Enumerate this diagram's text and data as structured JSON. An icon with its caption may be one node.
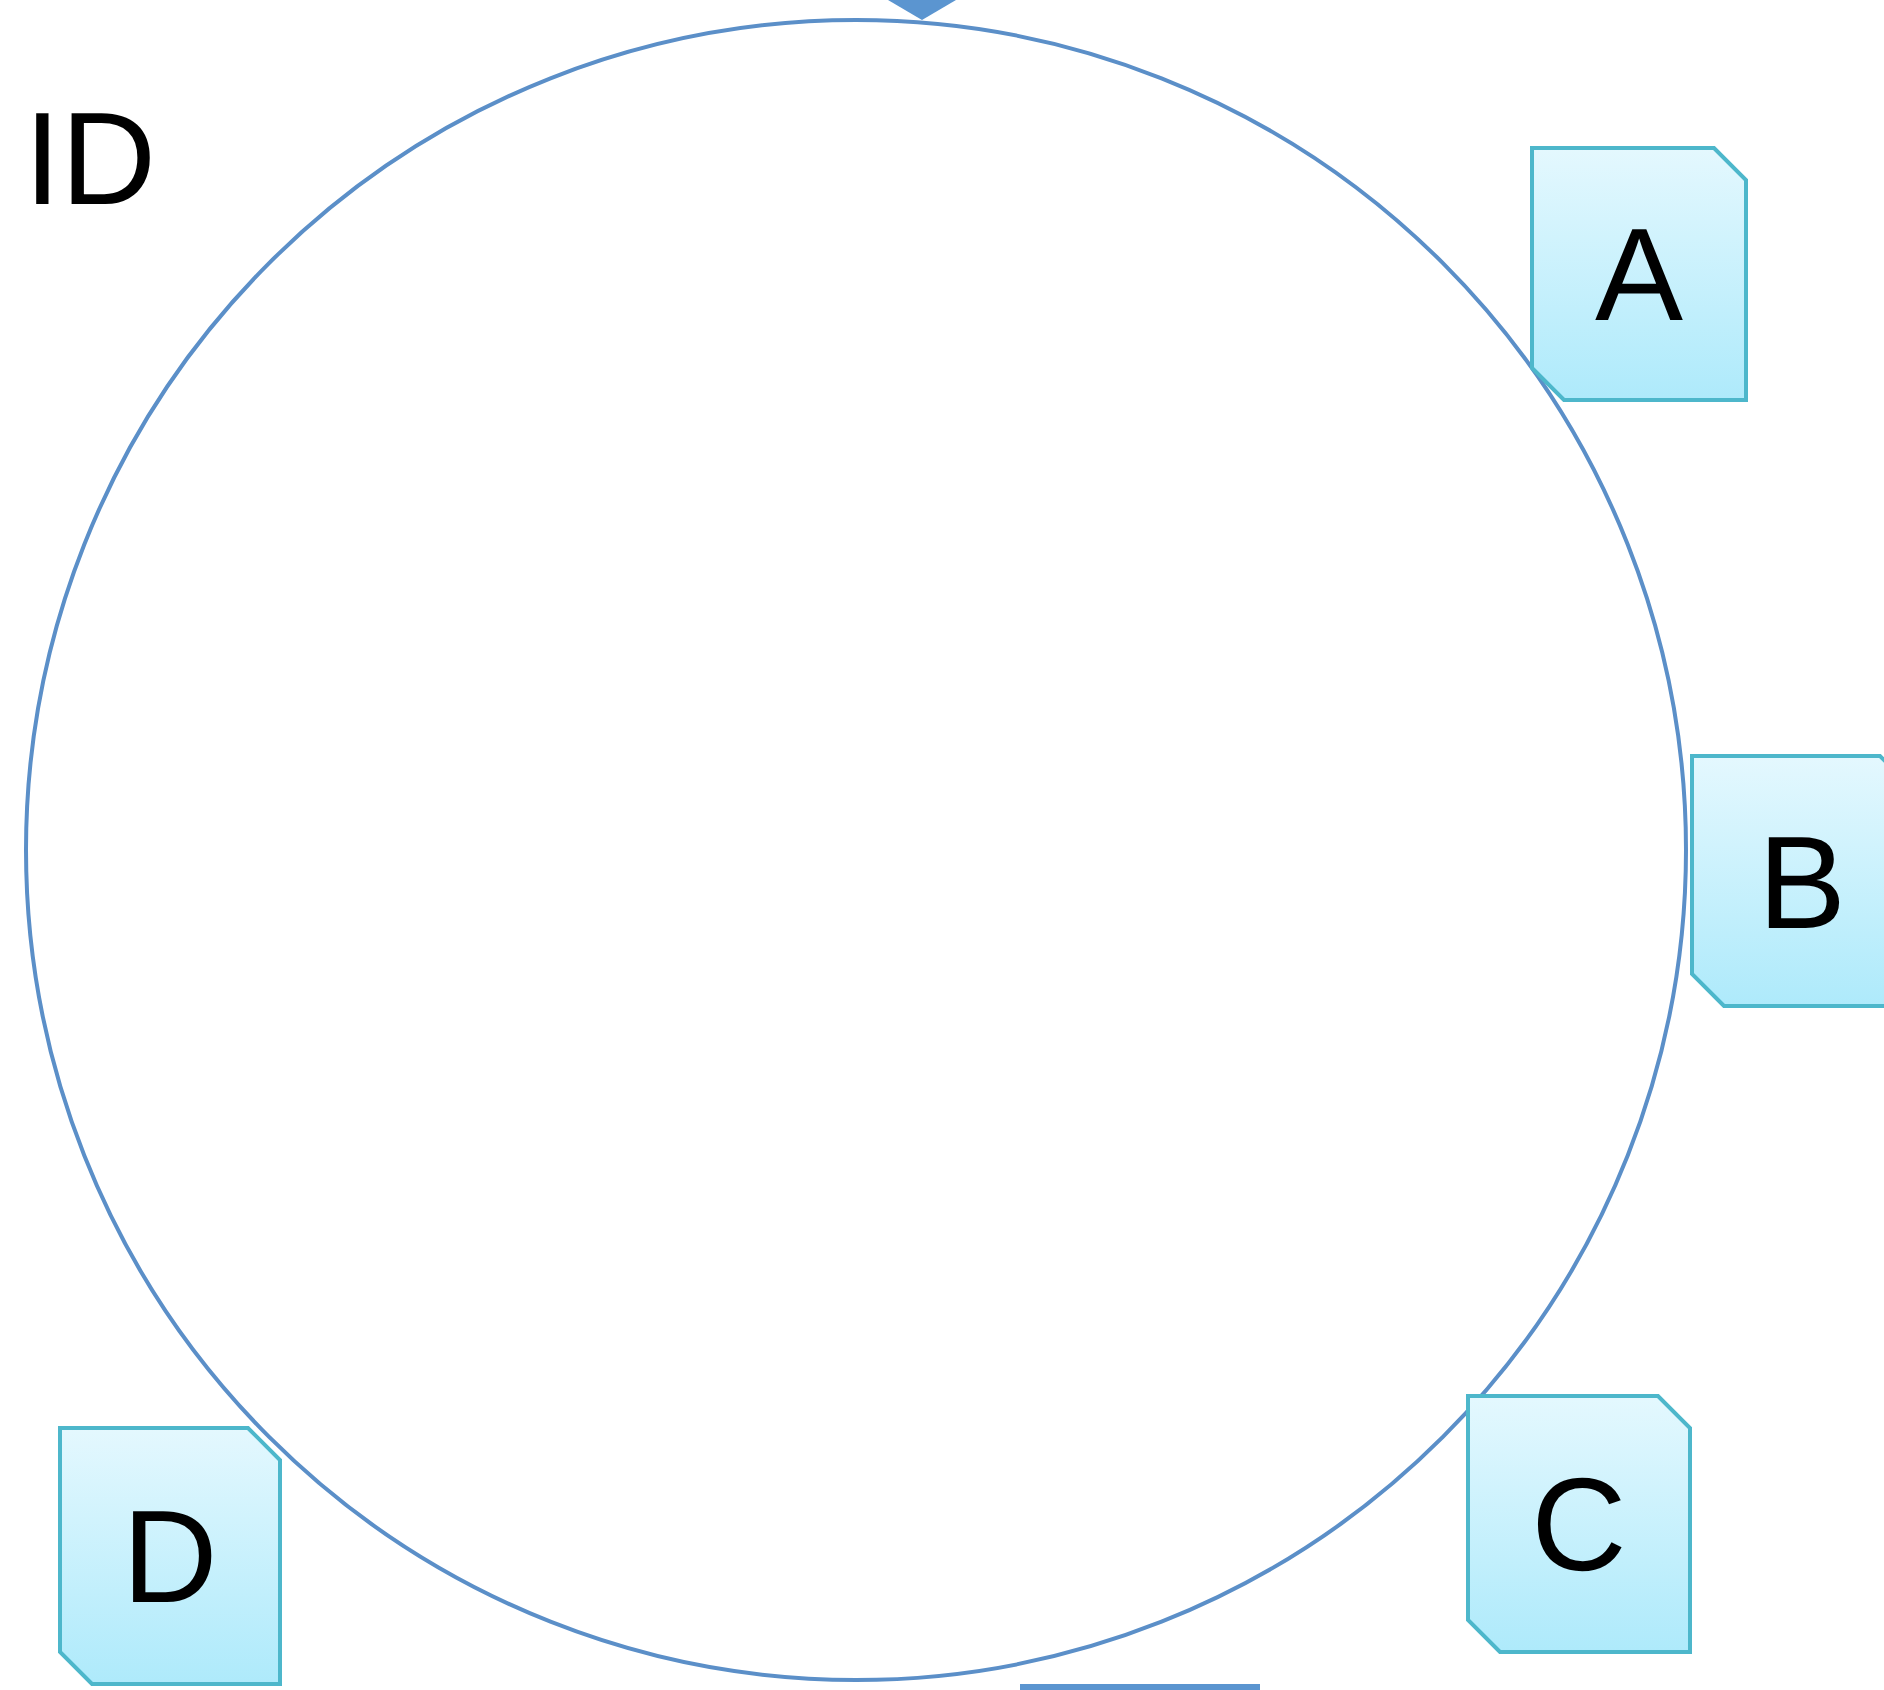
{
  "diagram": {
    "nodes": [
      {
        "text": [
          "A"
        ]
      },
      {
        "text": [
          "B"
        ]
      },
      {
        "text": [
          "C"
        ]
      },
      {
        "text": [
          "D"
        ]
      }
    ],
    "labels": [
      "ID"
    ]
  }
}
